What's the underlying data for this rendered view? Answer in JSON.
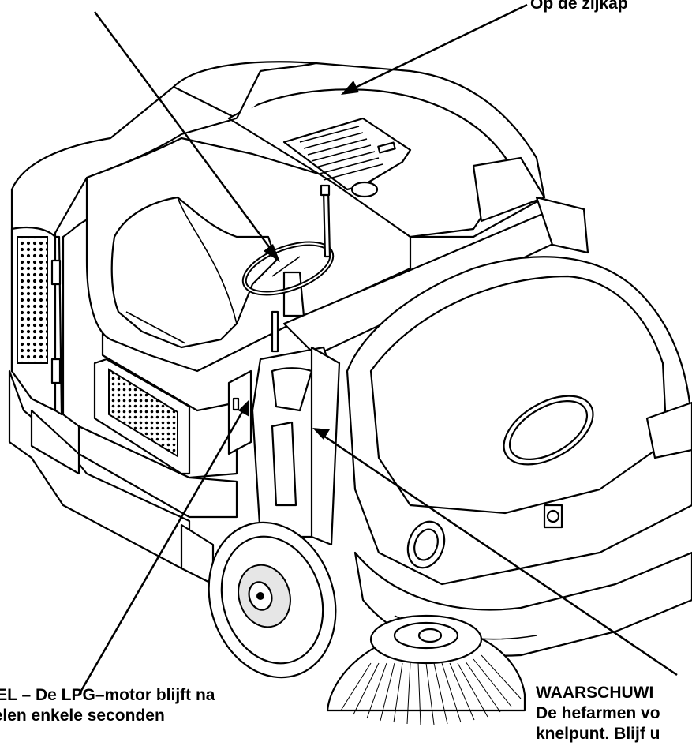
{
  "labels": {
    "top_right": "Op de zijkap",
    "bottom_left_line1": "BEL – De LPG–motor blijft na",
    "bottom_left_line2": "kelen enkele seconden",
    "bottom_right_line1": "WAARSCHUWI",
    "bottom_right_line2": "De hefarmen vo",
    "bottom_right_line3": "knelpunt. Blijf u"
  }
}
